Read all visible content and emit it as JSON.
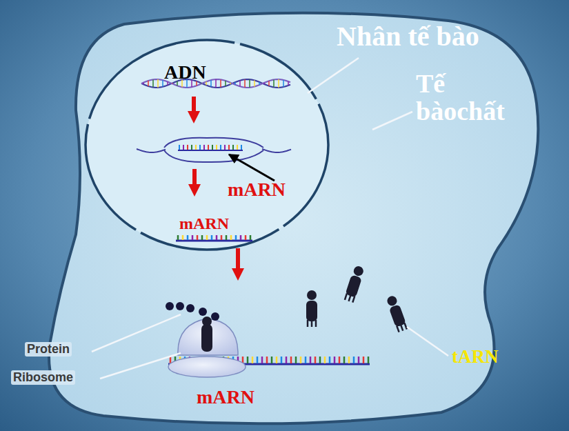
{
  "diagram": {
    "labels": [
      "Nhân tế bào",
      "ADN",
      "Tế bàochất",
      "mARN",
      "mARN",
      "mARN",
      "Protein",
      "Ribosome",
      "tARN"
    ]
  }
}
